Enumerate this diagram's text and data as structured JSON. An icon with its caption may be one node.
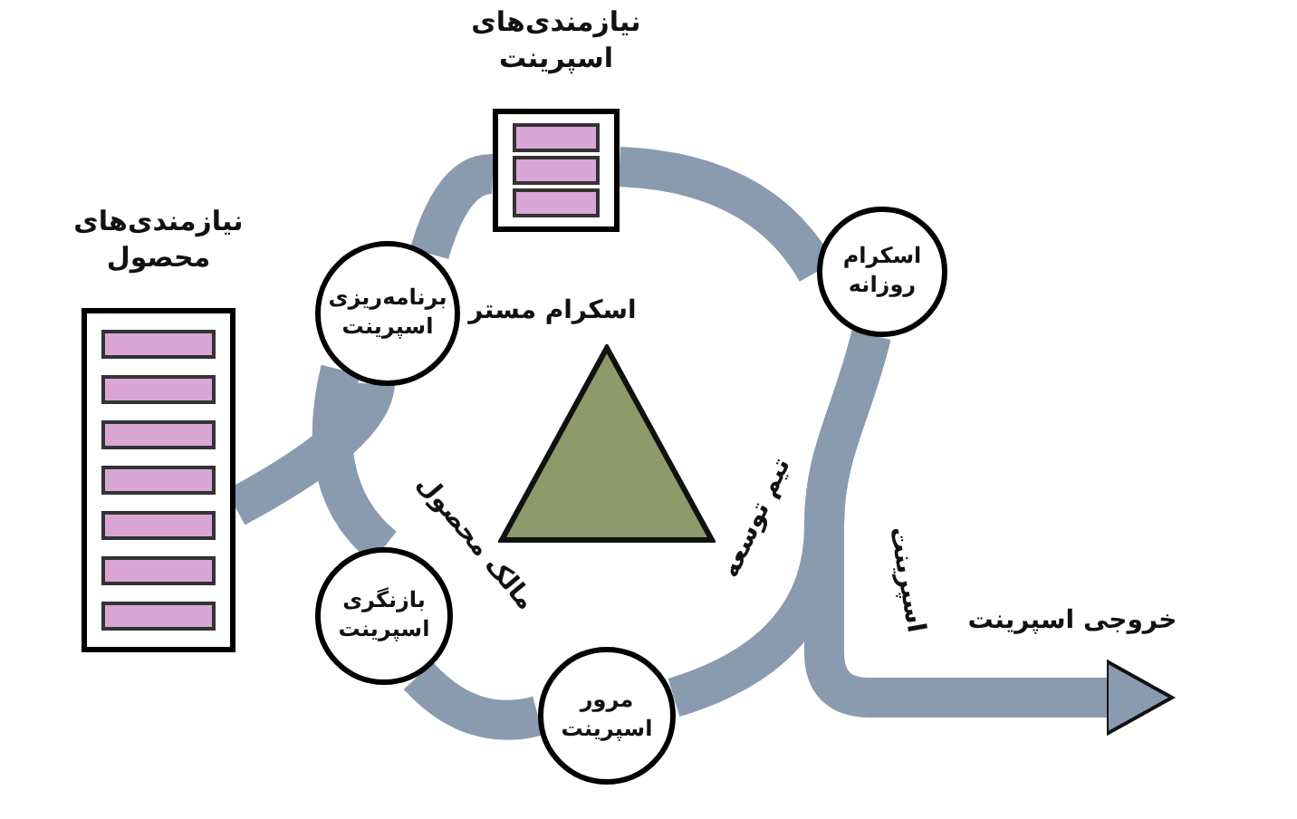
{
  "diagram": {
    "nodes": [
      {
        "text": [
          "نیازمندی‌های محصول"
        ]
      },
      {
        "text": [
          "نیازمندی‌های اسپرینت"
        ]
      },
      {
        "text": [
          "برنامه‌ریزی اسپرینت"
        ]
      },
      {
        "text": [
          "اسکرام روزانه"
        ]
      },
      {
        "text": [
          "بازنگری اسپرینت"
        ]
      },
      {
        "text": [
          "مرور اسپرینت"
        ]
      },
      {
        "text": [],
        "shape": "triangle"
      }
    ],
    "edges": [
      {
        "from": 0,
        "to": 2,
        "arrow": "none"
      },
      {
        "from": 2,
        "to": 1,
        "arrow": "none"
      },
      {
        "from": 1,
        "to": 3,
        "arrow": "none"
      },
      {
        "from": 3,
        "to": null,
        "arrow": "to",
        "label": "اسپرینت"
      },
      {
        "from": 2,
        "to": 4,
        "arrow": "none"
      },
      {
        "from": 4,
        "to": 5,
        "arrow": "none"
      },
      {
        "from": 5,
        "to": 3,
        "arrow": "none"
      }
    ],
    "labels": [
      "اسکرام مستر",
      "مالک محصول",
      "تیم توسعه",
      "خروجی اسپرینت"
    ]
  }
}
